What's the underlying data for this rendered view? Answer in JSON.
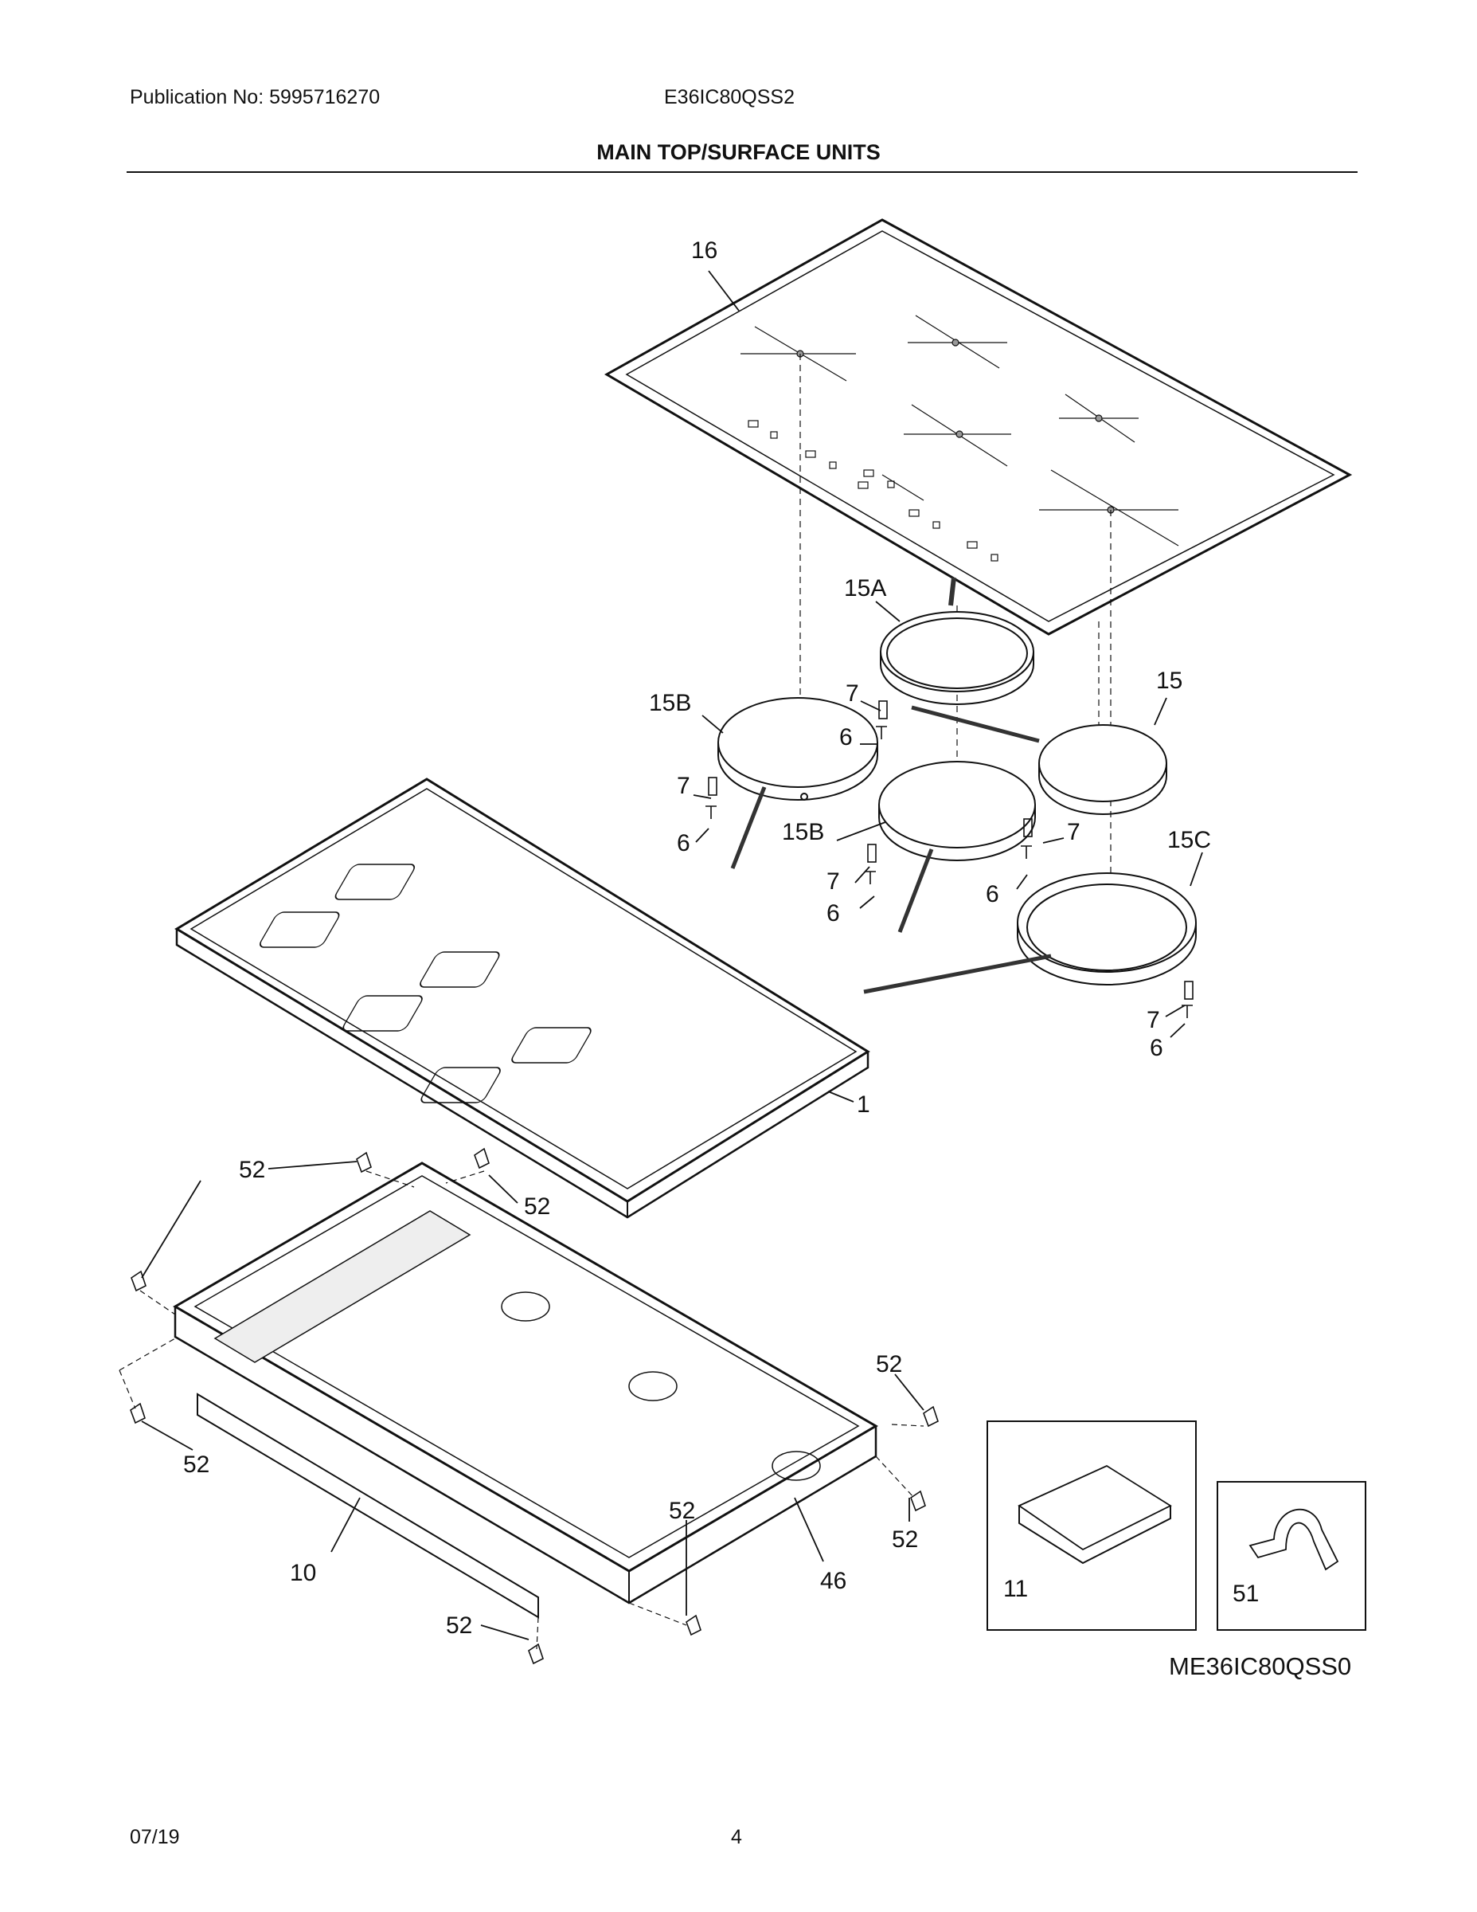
{
  "header": {
    "publication": "Publication No: 5995716270",
    "model": "E36IC80QSS2",
    "title": "MAIN TOP/SURFACE UNITS"
  },
  "callouts": {
    "glass_top": "16",
    "element_15a": "15A",
    "element_15b_left": "15B",
    "element_15b_center": "15B",
    "element_15": "15",
    "element_15c": "15C",
    "spring_7a": "7",
    "spring_7b": "7",
    "spring_7c": "7",
    "spring_7d": "7",
    "spring_7e": "7",
    "screw_6a": "6",
    "screw_6b": "6",
    "screw_6c": "6",
    "screw_6d": "6",
    "screw_6e": "6",
    "frame_1": "1",
    "clip_52_top_left": "52",
    "clip_52_top_mid": "52",
    "clip_52_left": "52",
    "clip_52_right_top": "52",
    "clip_52_front": "52",
    "clip_52_right": "52",
    "clip_52_bottom": "52",
    "rail_10": "10",
    "box_46": "46",
    "bracket_11": "11",
    "clamp_51": "51"
  },
  "diagram_id": "ME36IC80QSS0",
  "footer": {
    "date": "07/19",
    "page": "4"
  }
}
